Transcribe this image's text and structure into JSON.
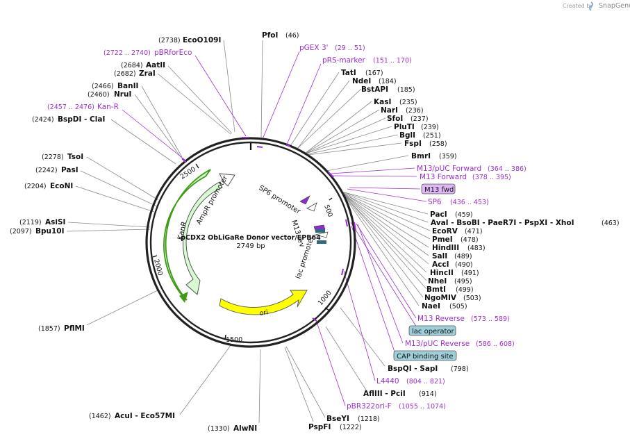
{
  "branding": {
    "created_by": "Created by",
    "app_name": "SnapGene"
  },
  "plasmid": {
    "name": "pCDX2 ObLiGaRe Donor vector/EPB64",
    "size_label": "2749 bp"
  },
  "ruler": [
    "500",
    "1000",
    "1500",
    "2000",
    "2500"
  ],
  "features": {
    "ampr_promoter": "AmpR promoter",
    "kanr": "KanR",
    "ori": "ori",
    "sp6_promoter": "SP6 promoter",
    "m13_rev": "M13 rev",
    "lac_promoter": "lac promoter"
  },
  "sites": [
    {
      "name": "EcoO109I",
      "pos": "(2738)"
    },
    {
      "name": "PfoI",
      "pos": "(46)"
    },
    {
      "name": "AatII",
      "pos": "(2684)"
    },
    {
      "name": "ZraI",
      "pos": "(2682)"
    },
    {
      "name": "BanII",
      "pos": "(2466)"
    },
    {
      "name": "NruI",
      "pos": "(2460)"
    },
    {
      "name": "BspDI - ClaI",
      "pos": "(2424)"
    },
    {
      "name": "TatI",
      "pos": "(167)"
    },
    {
      "name": "NdeI",
      "pos": "(184)"
    },
    {
      "name": "BstAPI",
      "pos": "(185)"
    },
    {
      "name": "KasI",
      "pos": "(235)"
    },
    {
      "name": "NarI",
      "pos": "(236)"
    },
    {
      "name": "SfoI",
      "pos": "(237)"
    },
    {
      "name": "PluTI",
      "pos": "(239)"
    },
    {
      "name": "BglI",
      "pos": "(251)"
    },
    {
      "name": "FspI",
      "pos": "(258)"
    },
    {
      "name": "BmrI",
      "pos": "(359)"
    },
    {
      "name": "TsoI",
      "pos": "(2278)"
    },
    {
      "name": "PasI",
      "pos": "(2242)"
    },
    {
      "name": "EcoNI",
      "pos": "(2204)"
    },
    {
      "name": "AsiSI",
      "pos": "(2119)"
    },
    {
      "name": "Bpu10I",
      "pos": "(2097)"
    },
    {
      "name": "PacI",
      "pos": "(459)"
    },
    {
      "name": "AvaI - BsoBI - PaeR7I - PspXI - XhoI",
      "pos": "(463)"
    },
    {
      "name": "EcoRV",
      "pos": "(471)"
    },
    {
      "name": "PmeI",
      "pos": "(478)"
    },
    {
      "name": "HindIII",
      "pos": "(483)"
    },
    {
      "name": "SalI",
      "pos": "(489)"
    },
    {
      "name": "AccI",
      "pos": "(490)"
    },
    {
      "name": "HincII",
      "pos": "(491)"
    },
    {
      "name": "NheI",
      "pos": "(495)"
    },
    {
      "name": "BmtI",
      "pos": "(499)"
    },
    {
      "name": "NgoMIV",
      "pos": "(503)"
    },
    {
      "name": "NaeI",
      "pos": "(505)"
    },
    {
      "name": "PflMI",
      "pos": "(1857)"
    },
    {
      "name": "BspQI - SapI",
      "pos": "(798)"
    },
    {
      "name": "AflIII - PciI",
      "pos": "(914)"
    },
    {
      "name": "BseYI",
      "pos": "(1218)"
    },
    {
      "name": "PspFI",
      "pos": "(1222)"
    },
    {
      "name": "AcuI - Eco57MI",
      "pos": "(1462)"
    },
    {
      "name": "AlwNI",
      "pos": "(1330)"
    }
  ],
  "primers": [
    {
      "name": "pBRforEco",
      "range": "(2722 .. 2740)"
    },
    {
      "name": "pGEX 3'",
      "range": "(29 .. 51)"
    },
    {
      "name": "pRS-marker",
      "range": "(151 .. 170)"
    },
    {
      "name": "Kan-R",
      "range": "(2457 .. 2476)"
    },
    {
      "name": "M13/pUC Forward",
      "range": "(364 .. 386)"
    },
    {
      "name": "M13 Forward",
      "range": "(378 .. 395)"
    },
    {
      "name": "SP6",
      "range": "(436 .. 453)"
    },
    {
      "name": "M13 Reverse",
      "range": "(573 .. 589)"
    },
    {
      "name": "M13/pUC Reverse",
      "range": "(586 .. 608)"
    },
    {
      "name": "L4440",
      "range": "(804 .. 821)"
    },
    {
      "name": "pBR322ori-F",
      "range": "(1055 .. 1074)"
    }
  ],
  "boxed_features": [
    "M13 fwd",
    "lac operator",
    "CAP binding site"
  ],
  "colors": {
    "primer": "#9b2fd0",
    "kanr_fill": "#cdf7c8",
    "kanr_outline": "#3f9a16",
    "ori_fill": "#ffff00",
    "m13fwd_box": "#e0b7f5",
    "lac_box": "#9fcfd9",
    "backbone": "#222222"
  }
}
